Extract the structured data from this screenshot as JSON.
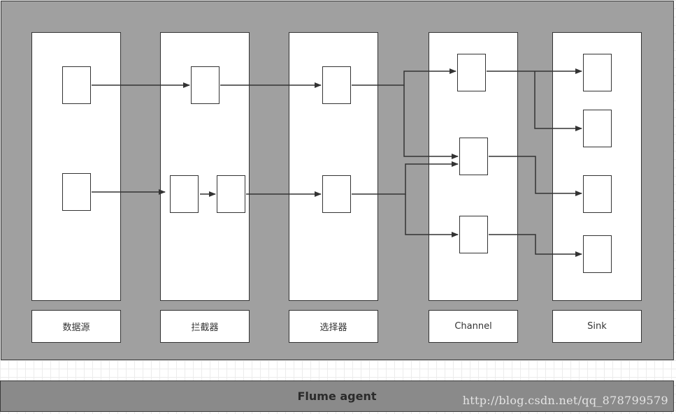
{
  "columns": [
    {
      "label": "数据源"
    },
    {
      "label": "拦截器"
    },
    {
      "label": "选择器"
    },
    {
      "label": "Channel"
    },
    {
      "label": "Sink"
    }
  ],
  "footer": {
    "title": "Flume agent"
  },
  "watermark": "http://blog.csdn.net/qq_878799579",
  "colors": {
    "panel": "#a0a0a0",
    "bar": "#8a8a8a",
    "stroke": "#333333",
    "box": "#ffffff"
  }
}
